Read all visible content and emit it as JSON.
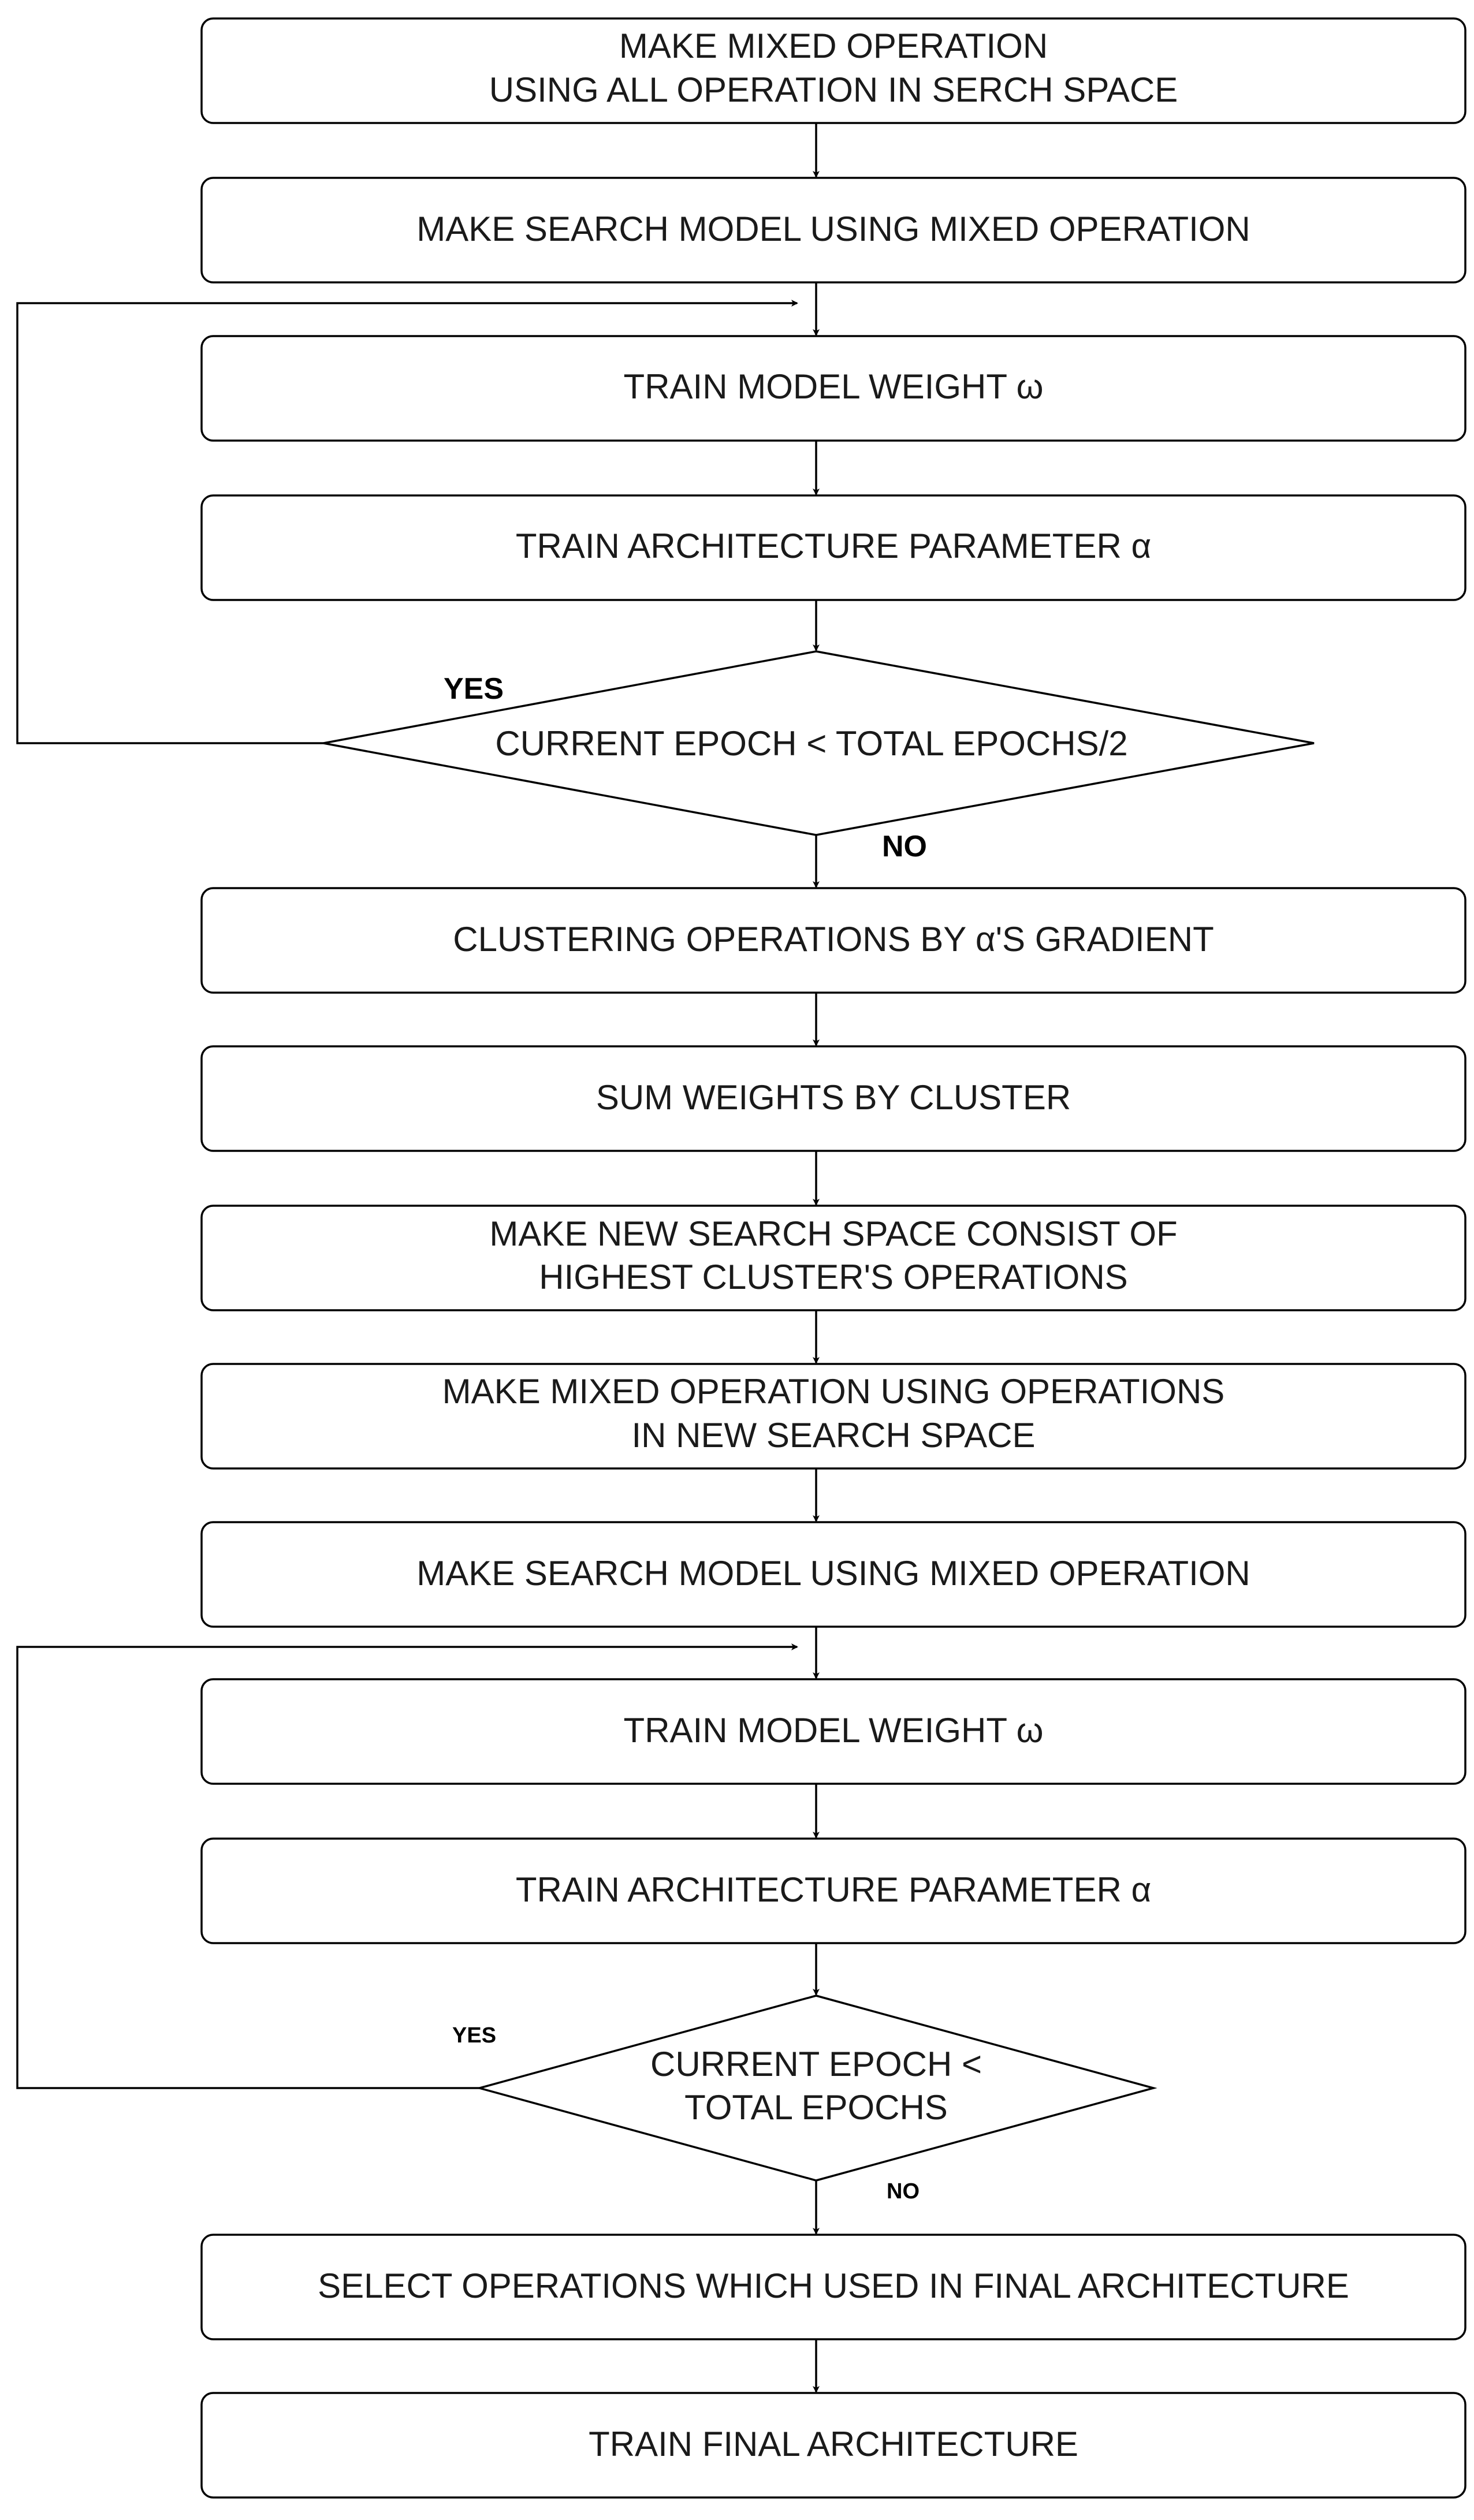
{
  "flowchart": {
    "boxes": [
      {
        "id": "b1",
        "lines": [
          "MAKE MIXED OPERATION",
          "USING ALL OPERATION IN SERCH SPACE"
        ]
      },
      {
        "id": "b2",
        "lines": [
          "MAKE SEARCH MODEL USING MIXED OPERATION"
        ]
      },
      {
        "id": "b3",
        "lines": [
          "TRAIN MODEL WEIGHT ω"
        ]
      },
      {
        "id": "b4",
        "lines": [
          "TRAIN ARCHITECTURE PARAMETER α"
        ]
      },
      {
        "id": "b5",
        "lines": [
          "CLUSTERING OPERATIONS BY α'S GRADIENT"
        ]
      },
      {
        "id": "b6",
        "lines": [
          "SUM WEIGHTS BY CLUSTER"
        ]
      },
      {
        "id": "b7",
        "lines": [
          "MAKE NEW SEARCH SPACE CONSIST OF",
          "HIGHEST CLUSTER'S OPERATIONS"
        ]
      },
      {
        "id": "b8",
        "lines": [
          "MAKE MIXED OPERATION USING OPERATIONS",
          "IN NEW SEARCH SPACE"
        ]
      },
      {
        "id": "b9",
        "lines": [
          "MAKE SEARCH MODEL USING MIXED OPERATION"
        ]
      },
      {
        "id": "b10",
        "lines": [
          "TRAIN MODEL WEIGHT ω"
        ]
      },
      {
        "id": "b11",
        "lines": [
          "TRAIN ARCHITECTURE PARAMETER α"
        ]
      },
      {
        "id": "b12",
        "lines": [
          "SELECT OPERATIONS WHICH USED IN FINAL ARCHITECTURE"
        ]
      },
      {
        "id": "b13",
        "lines": [
          "TRAIN FINAL ARCHITECTURE"
        ]
      }
    ],
    "decisions": [
      {
        "id": "d1",
        "lines": [
          "CURRENT EPOCH < TOTAL EPOCHS/2"
        ],
        "yes_label": "YES",
        "no_label": "NO"
      },
      {
        "id": "d2",
        "lines": [
          "CURRENT EPOCH <",
          "TOTAL EPOCHS"
        ],
        "yes_label": "YES",
        "no_label": "NO"
      }
    ]
  }
}
